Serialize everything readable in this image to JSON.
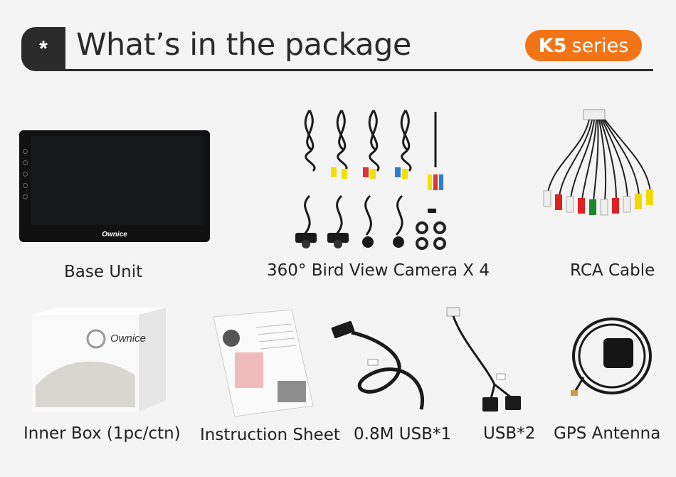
{
  "header": {
    "badge": "*",
    "title": "What’s in the package",
    "series_bold": "K5",
    "series_rest": "series"
  },
  "items": {
    "base_unit": {
      "caption": "Base Unit",
      "brand": "Ownice"
    },
    "camera": {
      "caption": "360° Bird View  Camera X 4"
    },
    "rca": {
      "caption": "RCA Cable"
    },
    "inner_box": {
      "caption": "Inner Box (1pc/ctn)",
      "brand": "Ownice"
    },
    "instruction": {
      "caption": "Instruction Sheet"
    },
    "usb1": {
      "caption": "0.8M USB*1"
    },
    "usb2": {
      "caption": "USB*2"
    },
    "gps": {
      "caption": "GPS Antenna"
    }
  },
  "colors": {
    "accent": "#f37416",
    "dark": "#2b2b2b",
    "background": "#f4f4f4"
  }
}
